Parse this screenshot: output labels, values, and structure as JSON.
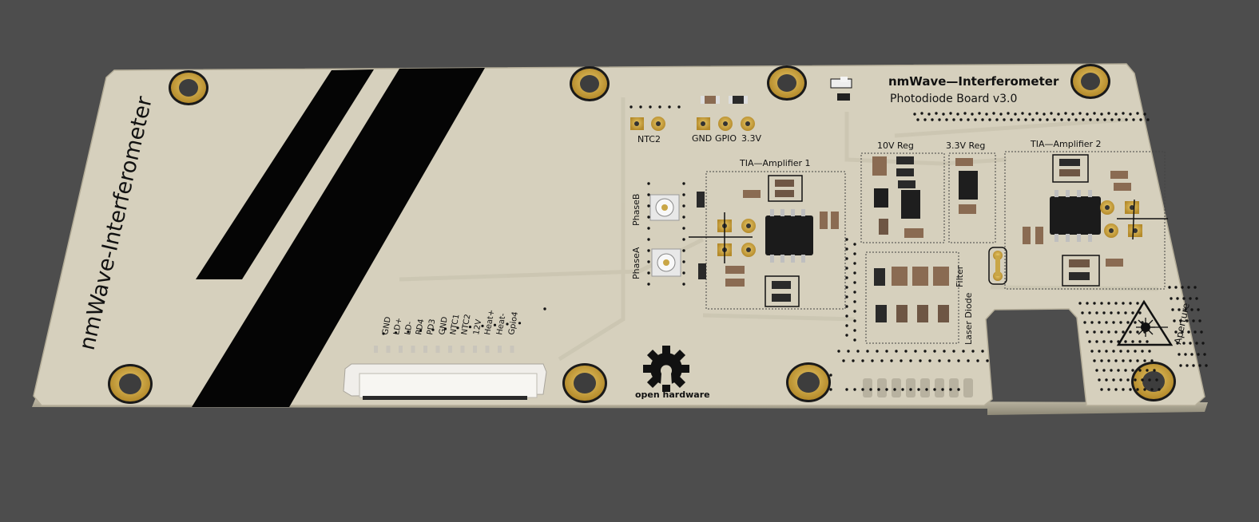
{
  "board": {
    "vertical_title": "nmWave-Interferometer",
    "title": "nmWave—Interferometer",
    "subtitle": "Photodiode Board v3.0",
    "logo_icon": "open-hardware-gear-icon",
    "logo_text": "open hardware"
  },
  "connector": {
    "pins": [
      "GND",
      "LD+",
      "LD-",
      "PD4",
      "PD3",
      "GND",
      "NTC1",
      "NTC2",
      "12V",
      "Heat+",
      "Heat-",
      "Gpio4"
    ]
  },
  "header": {
    "ntc_label": "NTC2",
    "labels": [
      "GND",
      "GPIO",
      "3.3V"
    ]
  },
  "inputs": {
    "phase_b": "PhaseB",
    "phase_a": "PhaseA"
  },
  "sections": {
    "tia1": "TIA—Amplifier 1",
    "tia2": "TIA—Amplifier 2",
    "reg10": "10V Reg",
    "reg33": "3.3V Reg",
    "filter": "Filter",
    "laser": "Laser Diode",
    "aperture": "Aperture"
  },
  "colors": {
    "board": "#d6d0bd",
    "background": "#4d4d4d",
    "gold": "#c9a646",
    "silkscreen": "#111111",
    "mask_black": "#050505"
  }
}
